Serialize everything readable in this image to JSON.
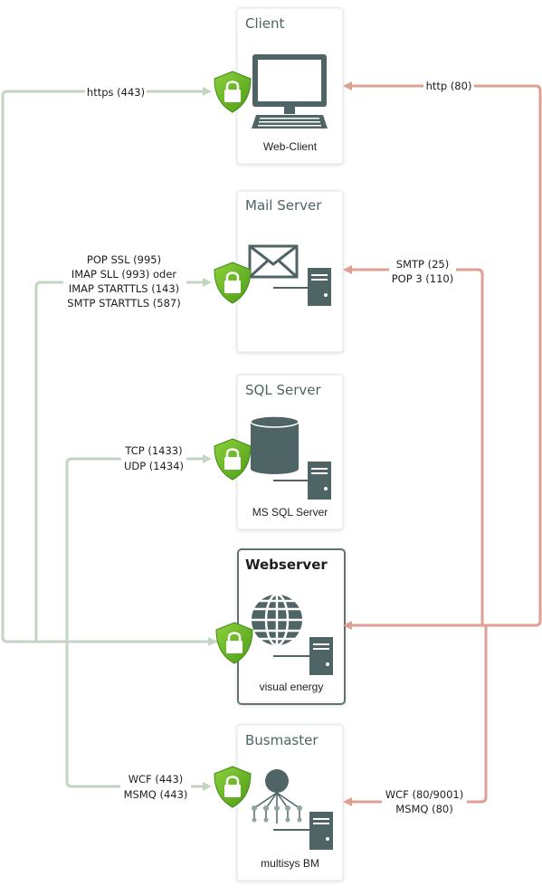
{
  "nodes": [
    {
      "title": "Client",
      "caption": "Web-Client"
    },
    {
      "title": "Mail Server",
      "caption": ""
    },
    {
      "title": "SQL Server",
      "caption": "MS SQL Server"
    },
    {
      "title": "Webserver",
      "caption": "visual energy"
    },
    {
      "title": "Busmaster",
      "caption": "multisys BM"
    }
  ],
  "secure_connections": {
    "client": [
      "https (443)"
    ],
    "mail": [
      "POP SSL (995)",
      "IMAP SLL (993) oder",
      "IMAP STARTTLS (143)",
      "SMTP STARTTLS (587)"
    ],
    "sql": [
      "TCP (1433)",
      "UDP (1434)"
    ],
    "busmaster": [
      "WCF (443)",
      "MSMQ (443)"
    ]
  },
  "plain_connections": {
    "client": [
      "http (80)"
    ],
    "mail": [
      "SMTP (25)",
      "POP 3 (110)"
    ],
    "busmaster": [
      "WCF (80/9001)",
      "MSMQ (80)"
    ]
  },
  "colors": {
    "secure_line": "#c3d4c0",
    "plain_line": "#dea092",
    "shield": "#6bb526",
    "icon": "#4f6464"
  },
  "icons": [
    "shield-lock-icon",
    "computer-icon",
    "mail-icon",
    "database-icon",
    "globe-icon",
    "server-icon",
    "network-node-icon"
  ]
}
